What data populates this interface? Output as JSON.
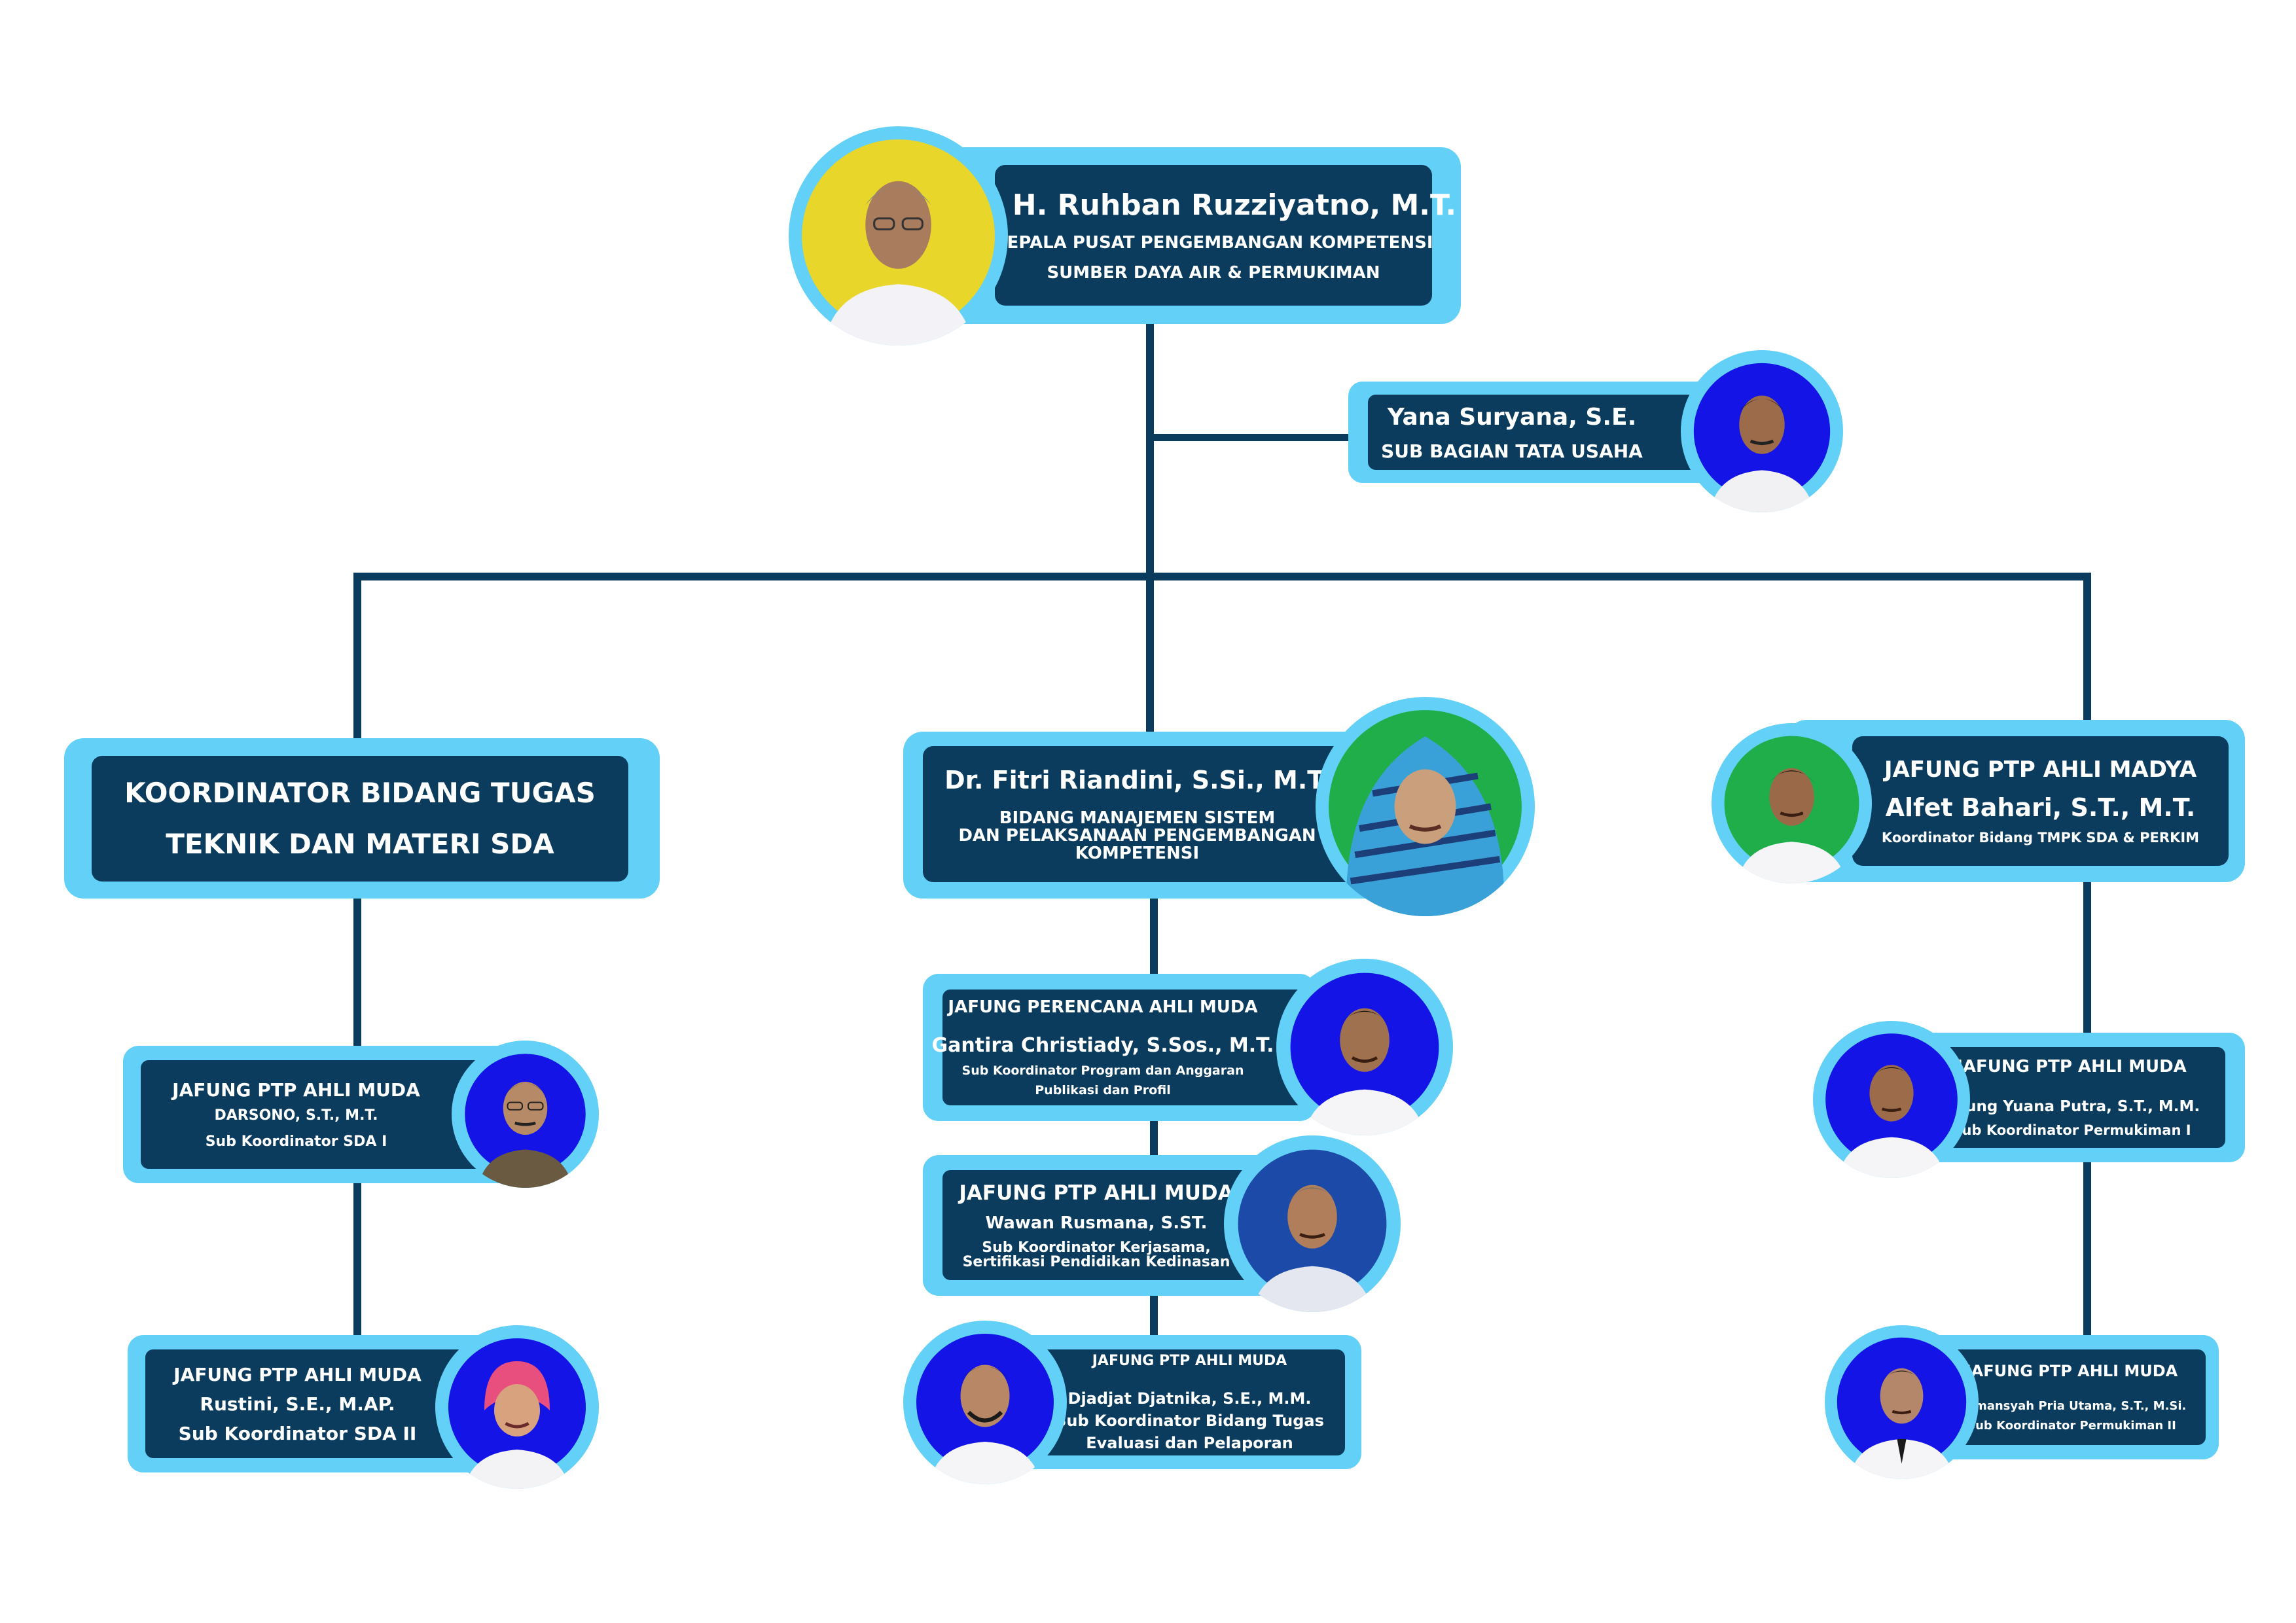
{
  "head": {
    "name": "Ir. H. Ruhban Ruzziyatno, M.T.",
    "role_line1": "KEPALA PUSAT PENGEMBANGAN KOMPETENSI",
    "role_line2": "SUMBER DAYA AIR & PERMUKIMAN"
  },
  "tata_usaha": {
    "name": "Yana Suryana, S.E.",
    "role": "SUB BAGIAN TATA USAHA"
  },
  "left_head": {
    "line1": "KOORDINATOR BIDANG TUGAS",
    "line2": "TEKNIK DAN MATERI SDA"
  },
  "left_1": {
    "position": "JAFUNG PTP AHLI MUDA",
    "name": "DARSONO, S.T., M.T.",
    "role": "Sub Koordinator SDA I"
  },
  "left_2": {
    "position": "JAFUNG PTP AHLI MUDA",
    "name": "Rustini, S.E., M.AP.",
    "role": "Sub Koordinator SDA II"
  },
  "center_head": {
    "name": "Dr. Fitri Riandini, S.Si., M.T.",
    "role_line1": "BIDANG MANAJEMEN SISTEM",
    "role_line2": "DAN PELAKSANAAN PENGEMBANGAN",
    "role_line3": "KOMPETENSI"
  },
  "center_1": {
    "position": "JAFUNG PERENCANA AHLI MUDA",
    "name": "Gantira Christiady, S.Sos., M.T.",
    "role_line1": "Sub Koordinator Program dan Anggaran",
    "role_line2": "Publikasi dan Profil"
  },
  "center_2": {
    "position": "JAFUNG PTP AHLI MUDA",
    "name": "Wawan Rusmana, S.ST.",
    "role_line1": "Sub Koordinator Kerjasama,",
    "role_line2": "Sertifikasi Pendidikan Kedinasan"
  },
  "center_3": {
    "position": "JAFUNG PTP AHLI MUDA",
    "name": "Djadjat Djatnika, S.E., M.M.",
    "role_line1": "Sub Koordinator Bidang Tugas",
    "role_line2": "Evaluasi dan Pelaporan"
  },
  "right_head": {
    "position": "JAFUNG PTP AHLI MADYA",
    "name": "Alfet Bahari, S.T., M.T.",
    "role": "Koordinator Bidang TMPK SDA & PERKIM"
  },
  "right_1": {
    "position": "JAFUNG PTP AHLI MUDA",
    "name": "Agung Yuana Putra, S.T., M.M.",
    "role": "Sub Koordinator Permukiman I"
  },
  "right_2": {
    "position": "JAFUNG PTP AHLI MUDA",
    "name": "Firmansyah Pria Utama, S.T., M.Si.",
    "role": "Sub Koordinator Permukiman II"
  },
  "colors": {
    "card_fill": "#0b3c5d",
    "frame": "#62d0f7",
    "connector": "#0b3c5d",
    "photo_yellow": "#e8d62a",
    "photo_blue": "#1414e6",
    "photo_green": "#1fae4a",
    "photo_darkblue": "#1c4aa8"
  }
}
